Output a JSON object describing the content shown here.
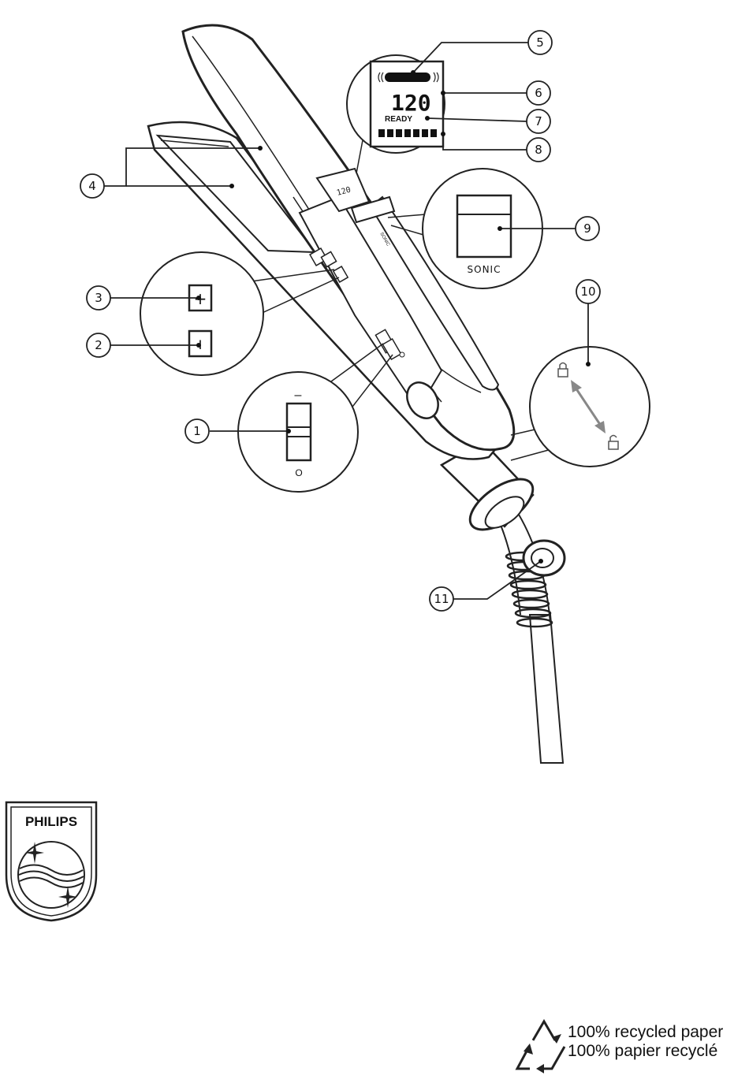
{
  "diagram": {
    "callouts": [
      "1",
      "2",
      "3",
      "4",
      "5",
      "6",
      "7",
      "8",
      "9",
      "10",
      "11"
    ],
    "display": {
      "temperature": "120",
      "status": "READY"
    },
    "button_plus_symbol": "+",
    "button_minus_symbol": "I",
    "switch_minus_symbol": "–",
    "switch_off_symbol": "O",
    "sonic_label": "SONIC",
    "handle_sonic_text": "SONIC",
    "lock_icons": [
      "lock-closed-icon",
      "lock-open-icon"
    ]
  },
  "brand": {
    "name": "PHILIPS"
  },
  "recycle": {
    "line1": "100% recycled paper",
    "line2": "100% papier recyclé"
  }
}
